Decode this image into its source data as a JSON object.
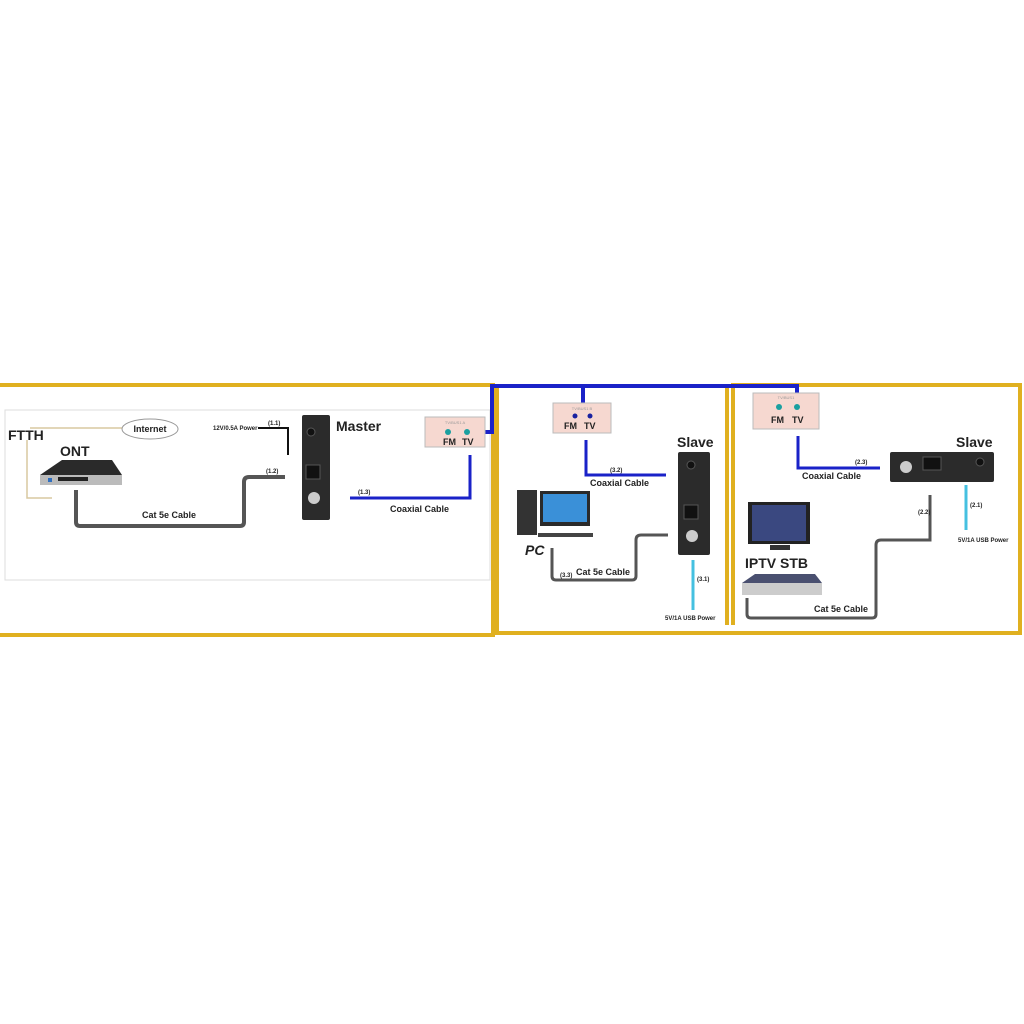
{
  "colors": {
    "frame": "#e0b020",
    "coax": "#1a22c8",
    "cat5": "#555555",
    "usb": "#45c0e0",
    "wallplate": "#f6d8d0"
  },
  "left": {
    "ftth": "FTTH",
    "internet": "Internet",
    "ont": "ONT",
    "master": "Master",
    "power": "12V/0.5A Power",
    "p11": "(1.1)",
    "p12": "(1.2)",
    "p13": "(1.3)",
    "cat5": "Cat 5e Cable",
    "coax": "Coaxial Cable",
    "plate": {
      "title": "TV/BUS1 A",
      "fm": "FM",
      "tv": "TV"
    }
  },
  "middle": {
    "slave": "Slave",
    "pc": "PC",
    "p31": "(3.1)",
    "p32": "(3.2)",
    "p33": "(3.3)",
    "coax": "Coaxial Cable",
    "cat5": "Cat 5e Cable",
    "usb": "5V/1A USB Power",
    "plate": {
      "title": "TV/BUS1 B",
      "fm": "FM",
      "tv": "TV"
    }
  },
  "right": {
    "slave": "Slave",
    "iptv": "IPTV STB",
    "p21": "(2.1)",
    "p22": "(2.2)",
    "p23": "(2.3)",
    "coax": "Coaxial Cable",
    "cat5": "Cat 5e Cable",
    "usb": "5V/1A USB Power",
    "plate": {
      "title": "TV/BUS1",
      "fm": "FM",
      "tv": "TV"
    }
  }
}
